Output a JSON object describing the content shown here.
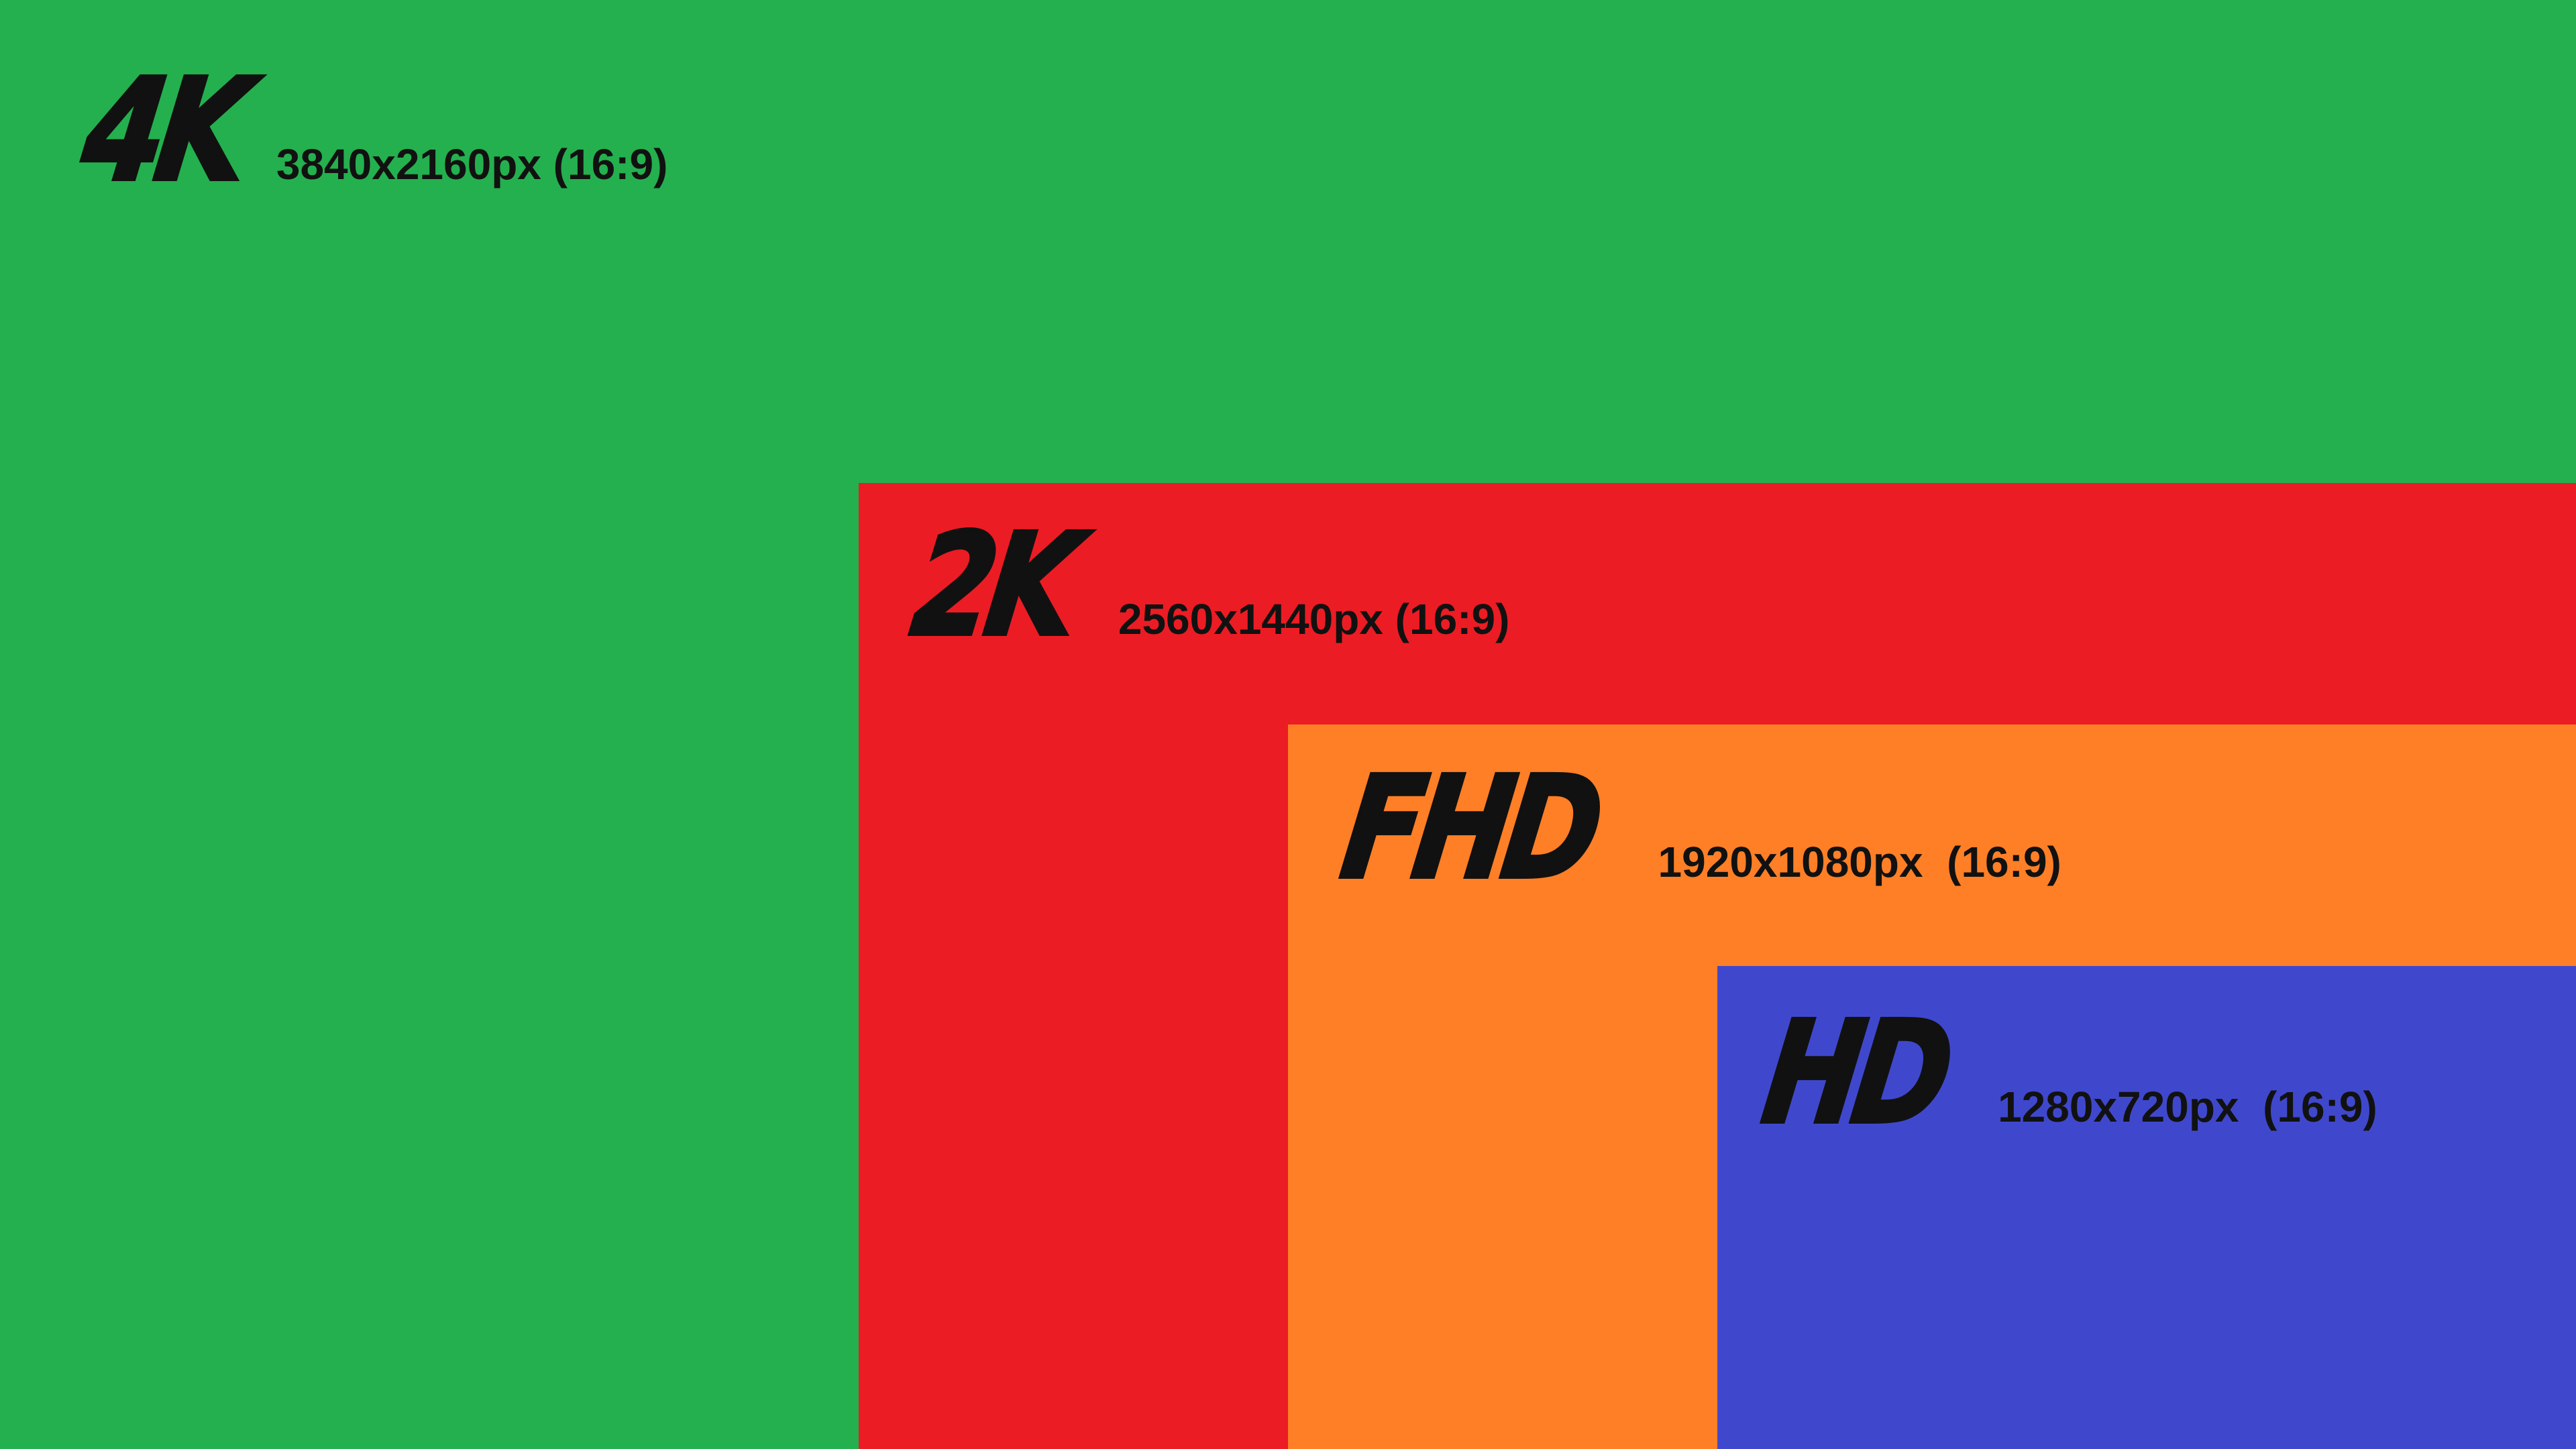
{
  "resolutions": [
    {
      "name": "4K",
      "dimensions": "3840x2160px (16:9)",
      "color": "#24b04e"
    },
    {
      "name": "2K",
      "dimensions": "2560x1440px (16:9)",
      "color": "#ec1c24"
    },
    {
      "name": "FHD",
      "dimensions": "1920x1080px  (16:9)",
      "color": "#ff7f27"
    },
    {
      "name": "HD",
      "dimensions": "1280x720px  (16:9)",
      "color": "#3f48cc"
    }
  ]
}
